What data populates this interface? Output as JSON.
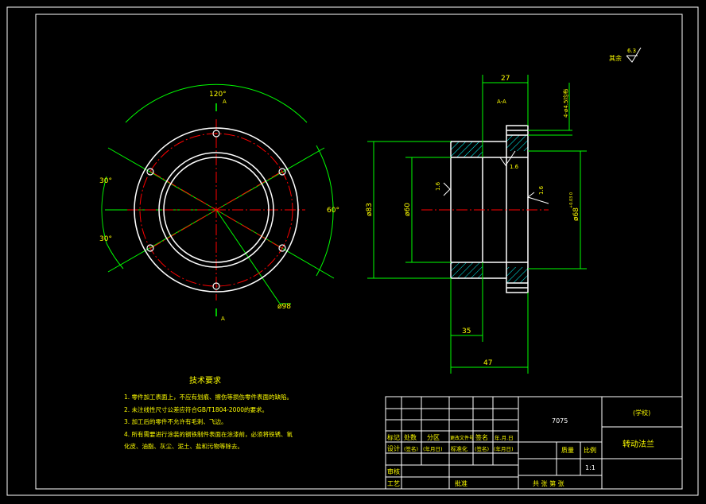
{
  "colors": {
    "background": "#000000",
    "outline": "#ffffff",
    "dimension": "#00ff00",
    "centerline": "#ff0000",
    "hatch": "#00ffff",
    "text_yellow": "#ffff00"
  },
  "front_view": {
    "angle_top": "120°",
    "angle_left_upper": "30°",
    "angle_left_lower": "30°",
    "angle_right": "60°",
    "dia_bolt_circle": "ø98",
    "section_mark_top": "A",
    "section_mark_bottom": "A"
  },
  "section_view": {
    "section_title": "A-A",
    "width_top": "27",
    "holes_note": "4-ø4.5均布",
    "roughness_top": "1.6",
    "roughness_left": "1.6",
    "roughness_right": "1.6",
    "dia_outer": "ø83",
    "dia_inner": "ø60",
    "dia_fit": "ø68",
    "fit_tolerance": "+0.03 0",
    "length_35": "35",
    "length_47": "47"
  },
  "roughness_corner": {
    "label": "其余",
    "value": "6.3"
  },
  "tech_requirements": {
    "title": "技术要求",
    "items": [
      "1. 零件加工表面上，不应有划痕、擦伤等损伤零件表面的缺陷。",
      "2. 未注线性尺寸公差应符合GB/T1804-2000的要求。",
      "3. 加工后的零件不允许有毛刺、飞边。",
      "4. 所有需要进行涂装的钢铁制件表面在涂漆前，必须将铁锈、氧",
      "化皮、油脂、灰尘、泥土、盐和污物等除去。"
    ]
  },
  "title_block": {
    "material": "7075",
    "school": "(学校)",
    "part_name": "转动法兰",
    "row1": [
      "标记",
      "处数",
      "分区",
      "更改文件号",
      "签名",
      "年.月.日"
    ],
    "row2": [
      "设计",
      "(签名)",
      "(年月日)",
      "标准化",
      "(签名)",
      "(年月日)"
    ],
    "mass_label": "质量",
    "scale_label": "比例",
    "scale_value": "1:1",
    "review": "审核",
    "process": "工艺",
    "approve": "批准",
    "sheets": "共 张 第 张"
  }
}
